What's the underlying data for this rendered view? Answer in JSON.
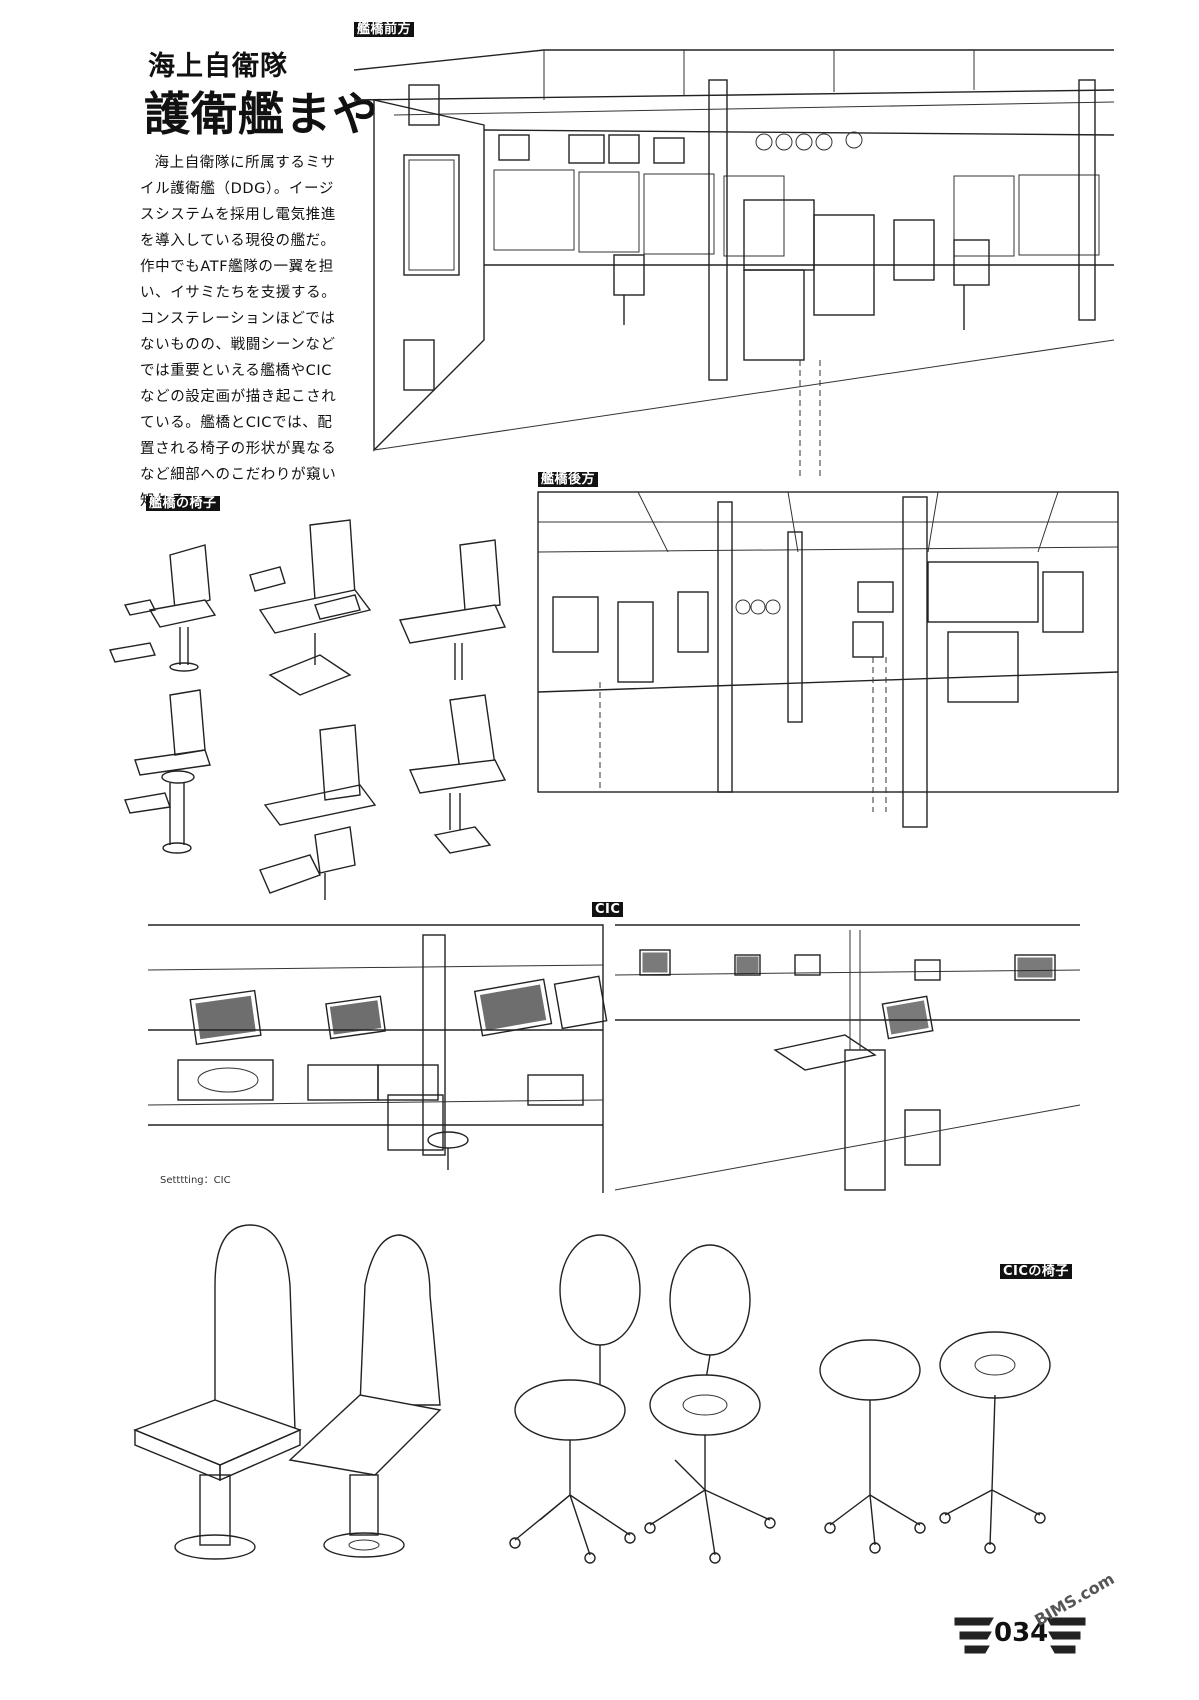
{
  "header": {
    "subtitle": "海上自衛隊",
    "title": "護衛艦まや"
  },
  "intro": {
    "paragraph": "海上自衛隊に所属するミサイル護衛艦（DDG）。イージスシステムを採用し電気推進を導入している現役の艦だ。作中でもATF艦隊の一翼を担い、イサミたちを支援する。コンステレーションほどではないものの、戦闘シーンなどでは重要といえる艦橋やCICなどの設定画が描き起こされている。艦橋とCICでは、配置される椅子の形状が異なるなど細部へのこだわりが窺い知れる。",
    "lines": [
      "海上自衛隊に所属するミサ",
      "イル護衛艦（DDG）。イージ",
      "スシステムを採用し電気推進",
      "を導入している現役の艦だ。",
      "作中でもATF艦隊の一翼を担",
      "い、イサミたちを支援する。",
      "コンステレーションほどでは",
      "ないものの、戦闘シーンなど",
      "では重要といえる艦橋やCIC",
      "などの設定画が描き起こされ",
      "ている。艦橋とCICでは、配",
      "置される椅子の形状が異なる",
      "など細部へのこだわりが窺い",
      "知れる。"
    ]
  },
  "sections": {
    "bridge_front": "艦橋前方",
    "bridge_rear": "艦橋後方",
    "bridge_chairs": "艦橋の椅子",
    "cic": "CIC",
    "cic_chairs": "CICの椅子"
  },
  "captions": {
    "cic_setting": "Setttting：CIC"
  },
  "footer": {
    "page_number": "034",
    "watermark": "BIMS.com"
  }
}
